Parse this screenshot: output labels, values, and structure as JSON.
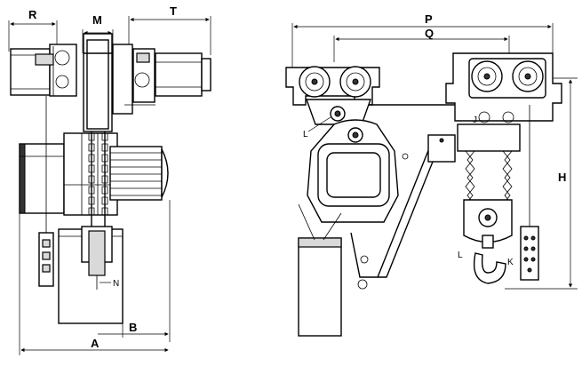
{
  "diagram": {
    "left_view": {
      "labels": {
        "R": "R",
        "M": "M",
        "T": "T",
        "N": "N",
        "A": "A",
        "B": "B"
      }
    },
    "right_view": {
      "labels": {
        "P": "P",
        "Q": "Q",
        "H": "H",
        "J": "J",
        "L_upper": "L",
        "L_lower": "L",
        "K": "K"
      }
    }
  }
}
